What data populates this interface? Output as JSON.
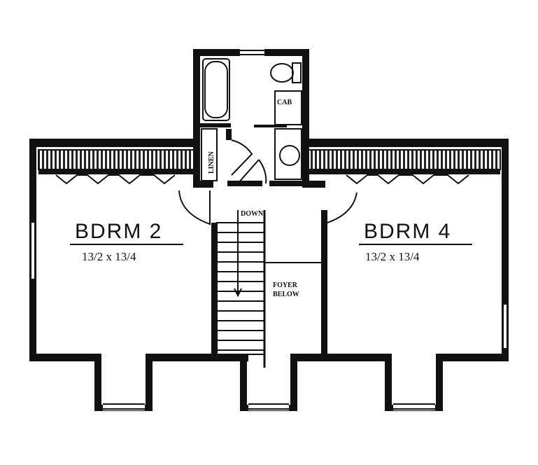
{
  "rooms": {
    "bdrm2": {
      "name": "BDRM 2",
      "size": "13/2 x 13/4"
    },
    "bdrm4": {
      "name": "BDRM 4",
      "size": "13/2 x 13/4"
    }
  },
  "labels": {
    "cab": "CAB",
    "linen": "LINEN",
    "down": "DOWN",
    "foyer_line1": "FOYER",
    "foyer_line2": "BELOW"
  }
}
